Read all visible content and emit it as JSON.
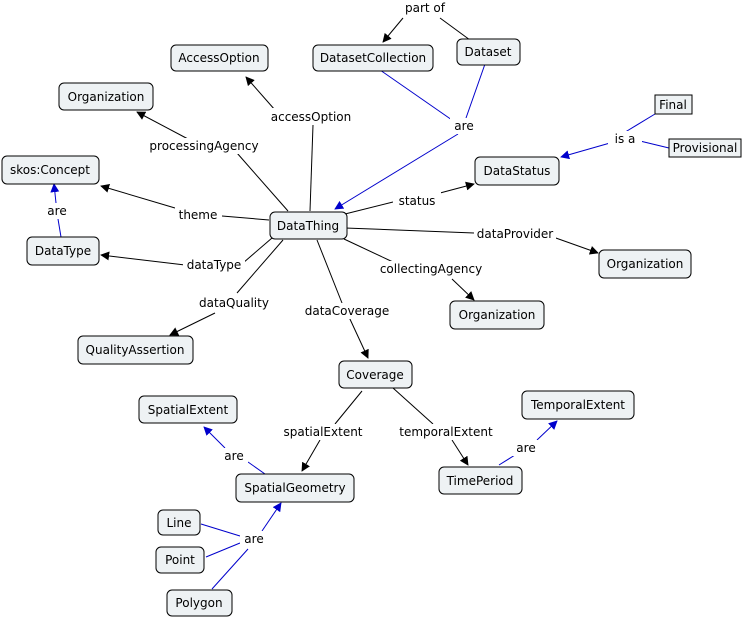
{
  "nodes": {
    "datathing": "DataThing",
    "accessoption": "AccessOption",
    "datasetcollection": "DatasetCollection",
    "dataset": "Dataset",
    "organization_processing": "Organization",
    "skos_concept": "skos:Concept",
    "datatype": "DataType",
    "qualityassertion": "QualityAssertion",
    "datastatus": "DataStatus",
    "final": "Final",
    "provisional": "Provisional",
    "organization_provider": "Organization",
    "organization_collecting": "Organization",
    "coverage": "Coverage",
    "spatialextent": "SpatialExtent",
    "spatialgeometry": "SpatialGeometry",
    "timeperiod": "TimePeriod",
    "temporalextent": "TemporalExtent",
    "line": "Line",
    "point": "Point",
    "polygon": "Polygon"
  },
  "links": {
    "part_of": "part of",
    "accessOption": "accessOption",
    "are_dataset": "are",
    "processingAgency": "processingAgency",
    "is_a": "is a",
    "status": "status",
    "theme": "theme",
    "are_datatype": "are",
    "dataProvider": "dataProvider",
    "dataType": "dataType",
    "collectingAgency": "collectingAgency",
    "dataQuality": "dataQuality",
    "dataCoverage": "dataCoverage",
    "spatialExtent": "spatialExtent",
    "temporalExtent": "temporalExtent",
    "are_temporal": "are",
    "are_spatial": "are",
    "are_geometry": "are"
  },
  "colors": {
    "node_fill": "#eef2f4",
    "black_edge": "#000000",
    "blue_edge": "#0000cc"
  }
}
